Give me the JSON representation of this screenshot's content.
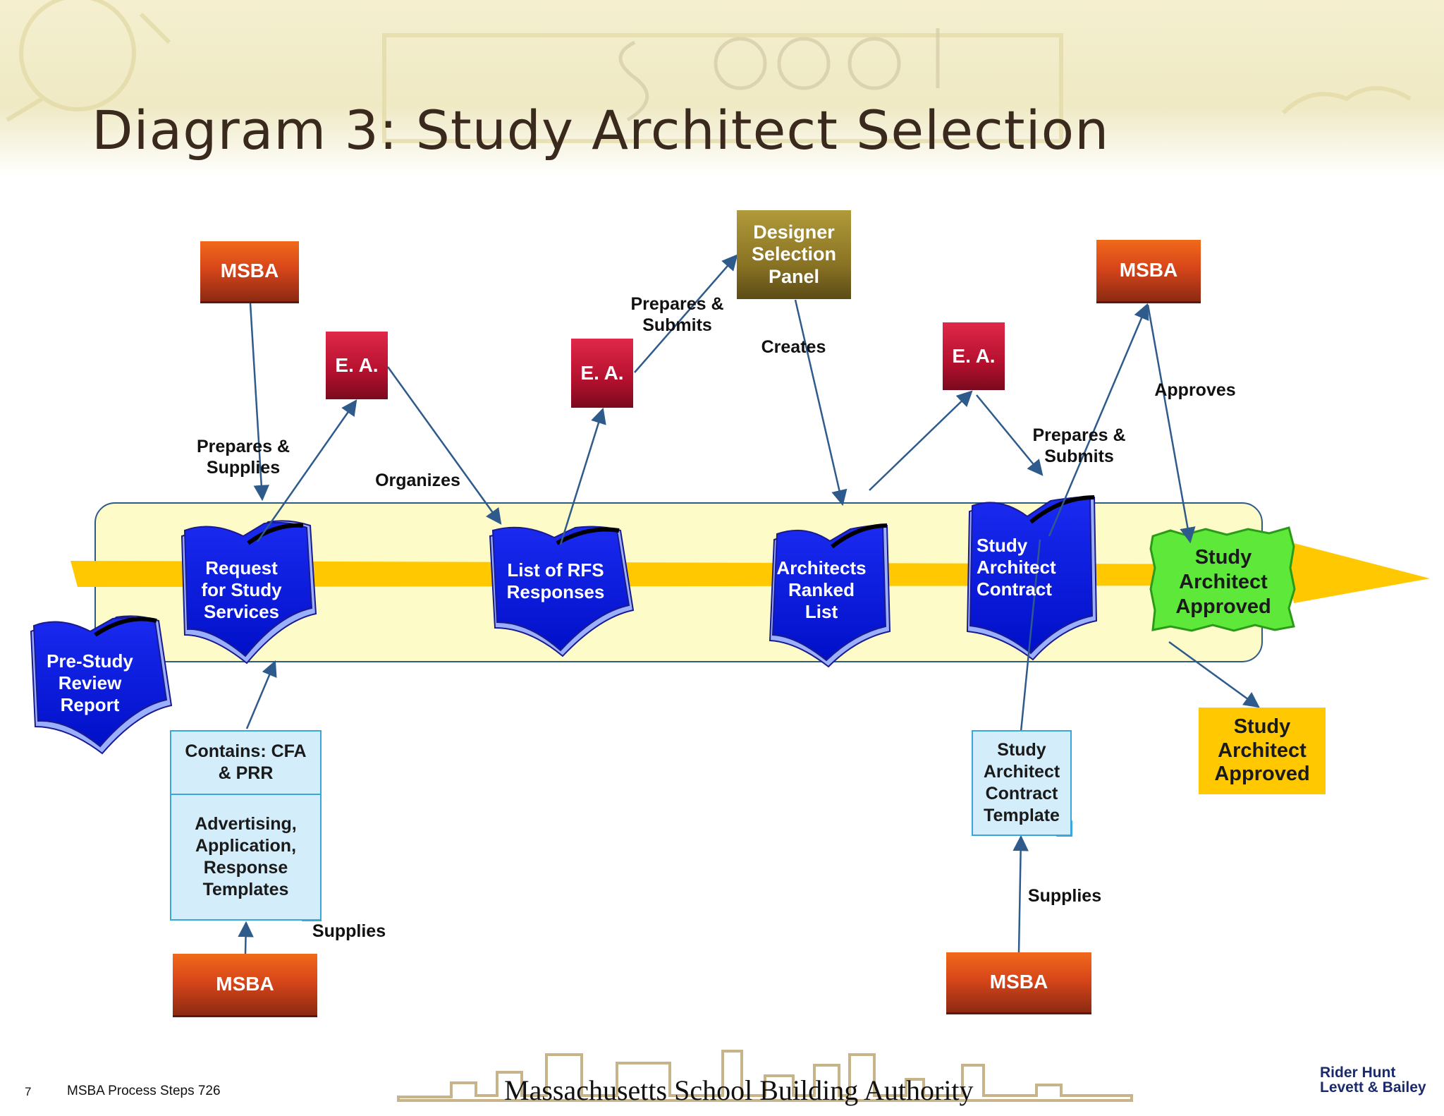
{
  "title": "Diagram 3: Study Architect Selection",
  "actors": {
    "msba_top_left": "MSBA",
    "msba_top_right": "MSBA",
    "msba_bottom_left": "MSBA",
    "msba_bottom_right": "MSBA",
    "ea_1": "E. A.",
    "ea_2": "E. A.",
    "ea_3": "E. A.",
    "designer_panel": "Designer Selection Panel"
  },
  "documents": {
    "pre_study": "Pre-Study Review Report",
    "rfs": "Request for Study Services",
    "rfs_responses": "List of RFS Responses",
    "ranked_list": "Architects Ranked List",
    "contract": "Study Architect Contract",
    "approved_green": "Study Architect Approved"
  },
  "notes": {
    "contains": "Contains: CFA & PRR",
    "templates": "Advertising, Application, Response Templates",
    "contract_template": "Study Architect Contract Template"
  },
  "approved_box": "Study Architect Approved",
  "edge_labels": {
    "prepares_supplies": "Prepares & Supplies",
    "organizes": "Organizes",
    "prepares_submits_1": "Prepares & Submits",
    "creates": "Creates",
    "prepares_submits_2": "Prepares & Submits",
    "approves": "Approves",
    "supplies_left": "Supplies",
    "supplies_right": "Supplies"
  },
  "footer": {
    "page_number": "7",
    "process_steps": "MSBA Process Steps 726",
    "authority": "Massachusetts School Building Authority",
    "firm_line1": "Rider Hunt",
    "firm_line2": "Levett & Bailey"
  },
  "colors": {
    "doc_blue": "#0a1ee6",
    "band_yellow": "#ffc800",
    "band_fill": "#fdfbc8",
    "approved_green": "#5de83a",
    "arrow": "#2e5a8c"
  }
}
